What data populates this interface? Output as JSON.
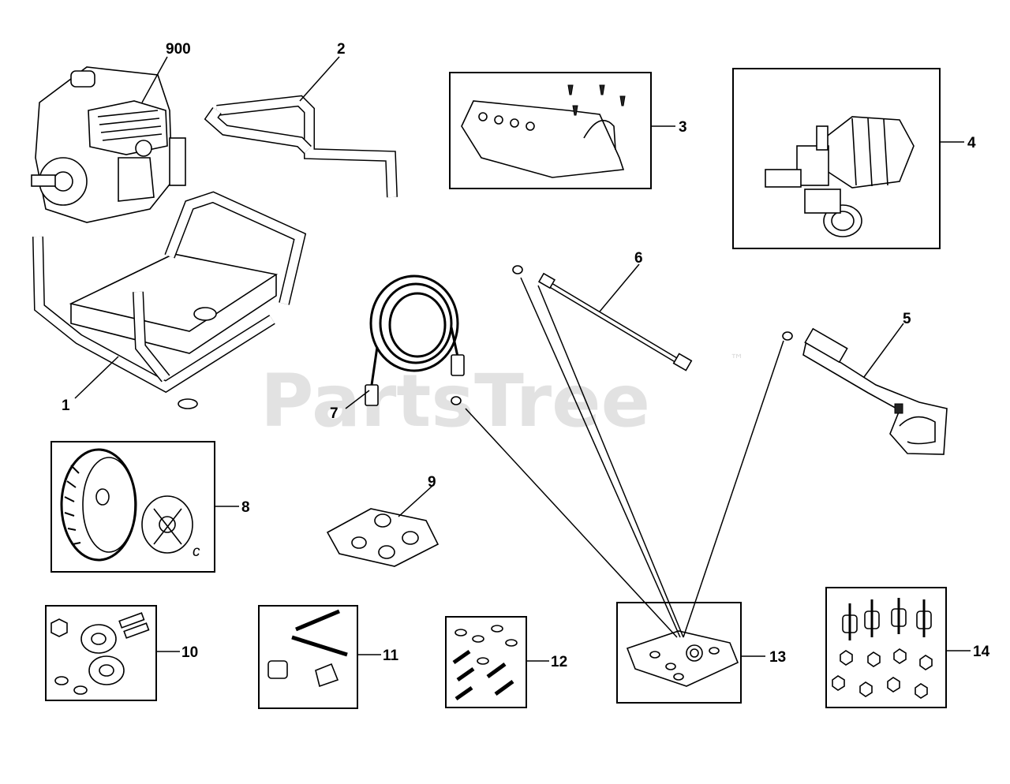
{
  "watermark": {
    "text": "PartsTree",
    "trademark": "™"
  },
  "callouts": {
    "c900": "900",
    "c1": "1",
    "c2": "2",
    "c3": "3",
    "c4": "4",
    "c5": "5",
    "c6": "6",
    "c7": "7",
    "c8": "8",
    "c9": "9",
    "c10": "10",
    "c11": "11",
    "c12": "12",
    "c13": "13",
    "c14": "14"
  },
  "colors": {
    "ink": "#000000",
    "watermark": "#e2e2e2",
    "background": "#ffffff"
  }
}
